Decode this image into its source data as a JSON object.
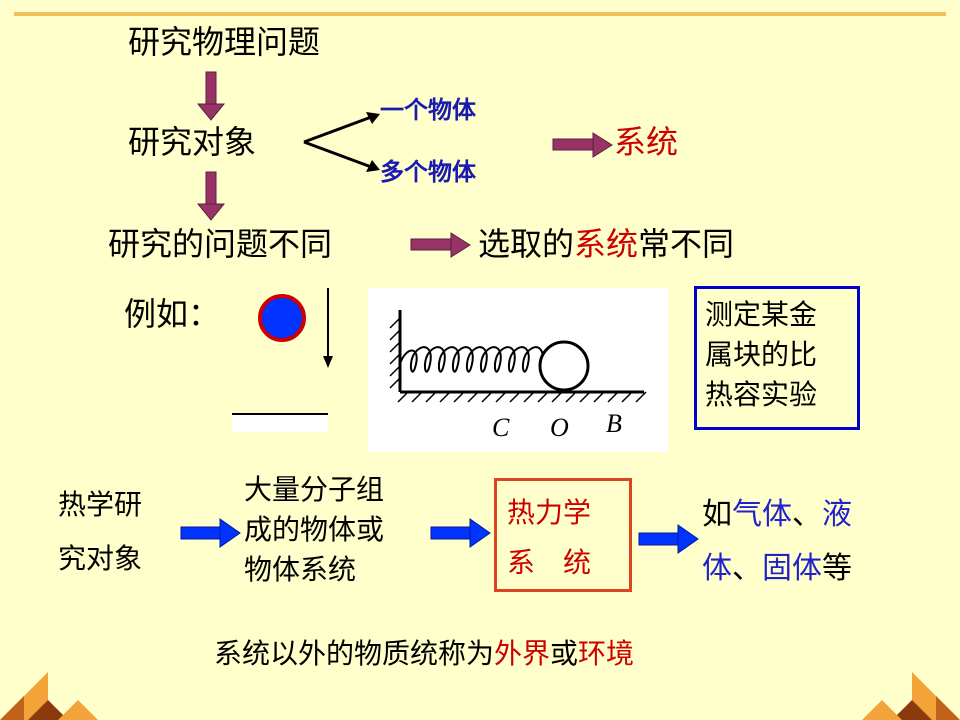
{
  "top_section": {
    "title": "研究物理问题",
    "object": "研究对象",
    "one_object": "一个物体",
    "multi_object": "多个物体",
    "system": "系统",
    "question_different": "研究的问题不同",
    "choice_prefix": "选取的",
    "choice_system": "系统",
    "choice_suffix": "常不同"
  },
  "example": {
    "label": "例如：",
    "figure_letters": [
      "C",
      "O",
      "B"
    ],
    "experiment_box": [
      "测定某金",
      "属块的比",
      "热容实验"
    ]
  },
  "thermo_flow": {
    "subject": [
      "热学研",
      "究对象"
    ],
    "composition": [
      "大量分子组",
      "成的物体或",
      "物体系统"
    ],
    "system_box": [
      "热力学",
      "系　统"
    ],
    "examples_line1": [
      {
        "text": "如",
        "tone": "black"
      },
      {
        "text": "气体",
        "tone": "blue"
      },
      {
        "text": "、",
        "tone": "black"
      },
      {
        "text": "液",
        "tone": "blue"
      }
    ],
    "examples_line2": [
      {
        "text": "体",
        "tone": "blue"
      },
      {
        "text": "、",
        "tone": "black"
      },
      {
        "text": "固体",
        "tone": "blue"
      },
      {
        "text": "等",
        "tone": "black"
      }
    ]
  },
  "footer": {
    "prefix": "系统以外的物质统称为",
    "outside": "外界",
    "or": "或",
    "environment": "环境"
  },
  "colors": {
    "background": "#FFFFCC",
    "top_rule": "#F0C060",
    "maroon_arrow": "#993366",
    "blue_arrow": "#0033FF",
    "red_text": "#CC0000",
    "blue_text": "#2222CC",
    "dark_blue_bold": "#1A1AB0",
    "ball_fill": "#0033FF",
    "ball_stroke": "#CC0000",
    "box_blue": "#0000CC",
    "box_red": "#DD4422",
    "triangle_dark": "#8B3A0E",
    "triangle_light": "#F2A33A"
  }
}
